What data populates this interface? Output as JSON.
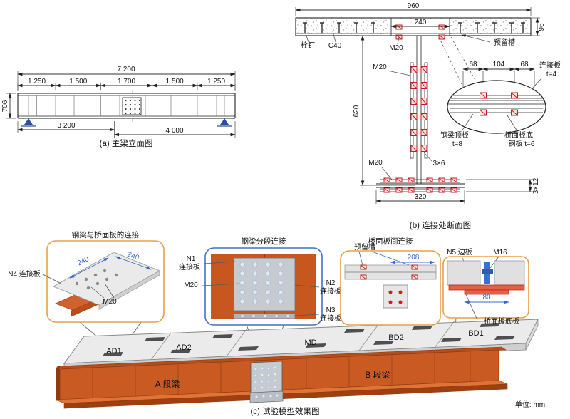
{
  "meta": {
    "unit": "单位: mm"
  },
  "panel_a": {
    "caption": "(a) 主梁立面图",
    "dim_total": "7 200",
    "dim_segments": [
      "1 250",
      "1 500",
      "1 700",
      "1 500",
      "1 250"
    ],
    "dim_height": "706",
    "dim_bottom_left": "3 200",
    "dim_bottom_right": "4 000"
  },
  "panel_b": {
    "caption": "(b) 连接处断面图",
    "dim_slab_width": "960",
    "dim_slot": "240",
    "dim_slab_thk": "96",
    "dim_web": "620",
    "dim_flange": "320",
    "dim_68a": "68",
    "dim_104": "104",
    "dim_68b": "68",
    "dim_web_bolts": "3×6",
    "dim_flange_bolts": "3×12",
    "lbl_stud": "栓钉",
    "lbl_concrete": "C40",
    "lbl_m20_top": "M20",
    "lbl_m20_mid": "M20",
    "lbl_m20_bottom": "M20",
    "lbl_slot": "预留槽",
    "lbl_splice_1": "连接板",
    "lbl_splice_2": "t=4",
    "lbl_topplate_1": "钢梁顶板",
    "lbl_topplate_2": "t=8",
    "lbl_deckplate_1": "桥面板底",
    "lbl_deckplate_2": "钢板 t=6"
  },
  "panel_c": {
    "caption": "(c) 试验模型效果图",
    "callout_deck_conn": {
      "title": "钢梁与桥面板的连接",
      "lbl_n4": "N4 连接板",
      "dim_a": "240",
      "dim_b": "240",
      "lbl_m20": "M20"
    },
    "callout_segment_conn": {
      "title": "钢梁分段连接",
      "lbl_n1a": "N1",
      "lbl_n1b": "连接板",
      "lbl_m20": "M20",
      "lbl_n2a": "N2",
      "lbl_n2b": "连接板",
      "lbl_n3a": "N3",
      "lbl_n3b": "连接板"
    },
    "callout_deck_joint": {
      "title": "桥面板间连接",
      "lbl_slot": "预留槽",
      "dim_208": "208",
      "lbl_n5": "N5 边板",
      "lbl_m16": "M16",
      "dim_80": "80",
      "lbl_bottom_plate": "桥面板底板"
    },
    "segments": [
      "AD1",
      "AD2",
      "MD",
      "BD2",
      "BD1"
    ],
    "lbl_beam_a": "A 段梁",
    "lbl_beam_b": "B 段梁"
  }
}
